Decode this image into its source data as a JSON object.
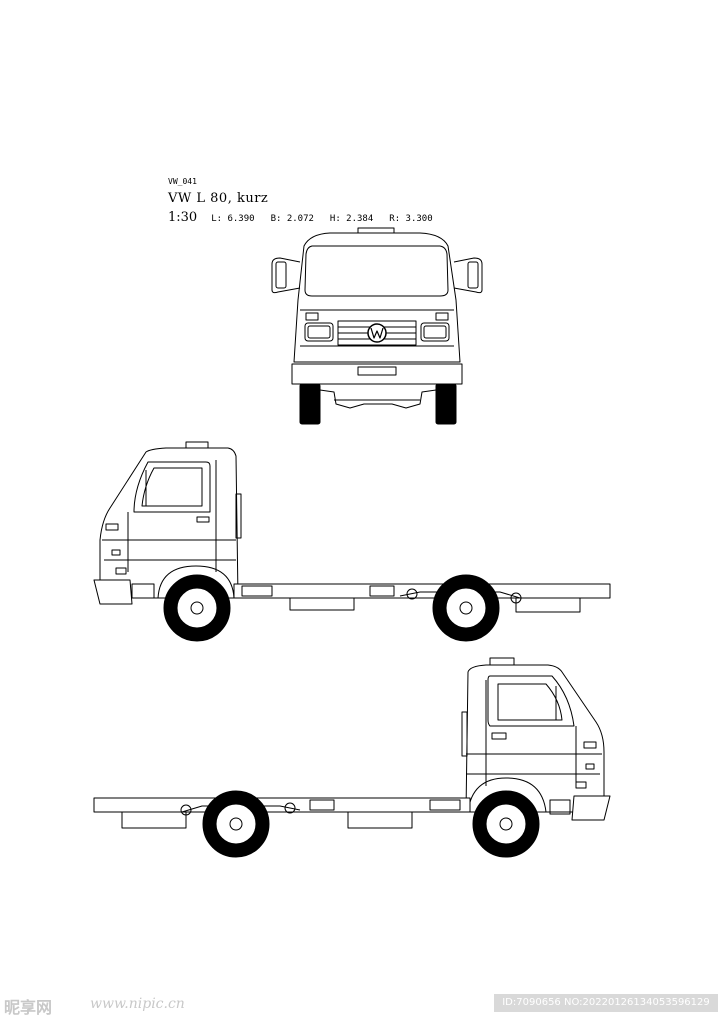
{
  "header": {
    "code": "VW_041",
    "model": "VW L  80, kurz",
    "scale": "1:30",
    "dims": [
      "L: 6.390",
      "B: 2.072",
      "H: 2.384",
      "R: 3.300"
    ]
  },
  "watermark": {
    "site": "昵享网",
    "url": "www.nipic.cn",
    "id": "ID:7090656 NO:20220126134053596129"
  },
  "colors": {
    "line": "#000000",
    "fill": "#ffffff",
    "watermark": "#c8c8c8",
    "id_bar": "#d9d9d9"
  }
}
